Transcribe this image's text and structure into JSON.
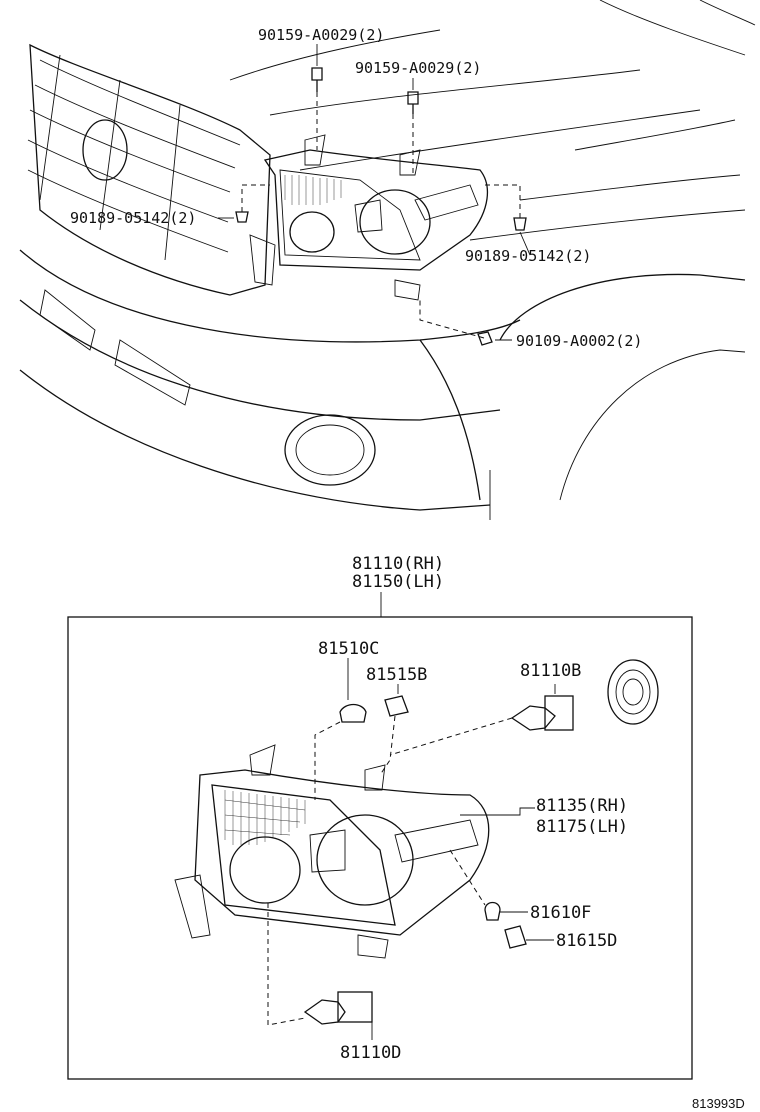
{
  "labels": {
    "bolt_top_left": "90159-A0029(2)",
    "bolt_top_right": "90159-A0029(2)",
    "clip_left": "90189-05142(2)",
    "clip_right": "90189-05142(2)",
    "bolt_lower": "90109-A0002(2)",
    "assembly_rh": "81110(RH)",
    "assembly_lh": "81150(LH)",
    "bulb_side": "81510C",
    "socket_side": "81515B",
    "bulb_high": "81110B",
    "lens_rh": "81135(RH)",
    "lens_lh": "81175(LH)",
    "bulb_rear": "81610F",
    "socket_rear": "81615D",
    "bulb_low": "81110D",
    "diagram_ref": "813993D"
  },
  "icons": [
    "bolt-icon",
    "clip-icon",
    "bulb-icon",
    "socket-icon",
    "dust-cap-icon",
    "headlamp-icon"
  ]
}
